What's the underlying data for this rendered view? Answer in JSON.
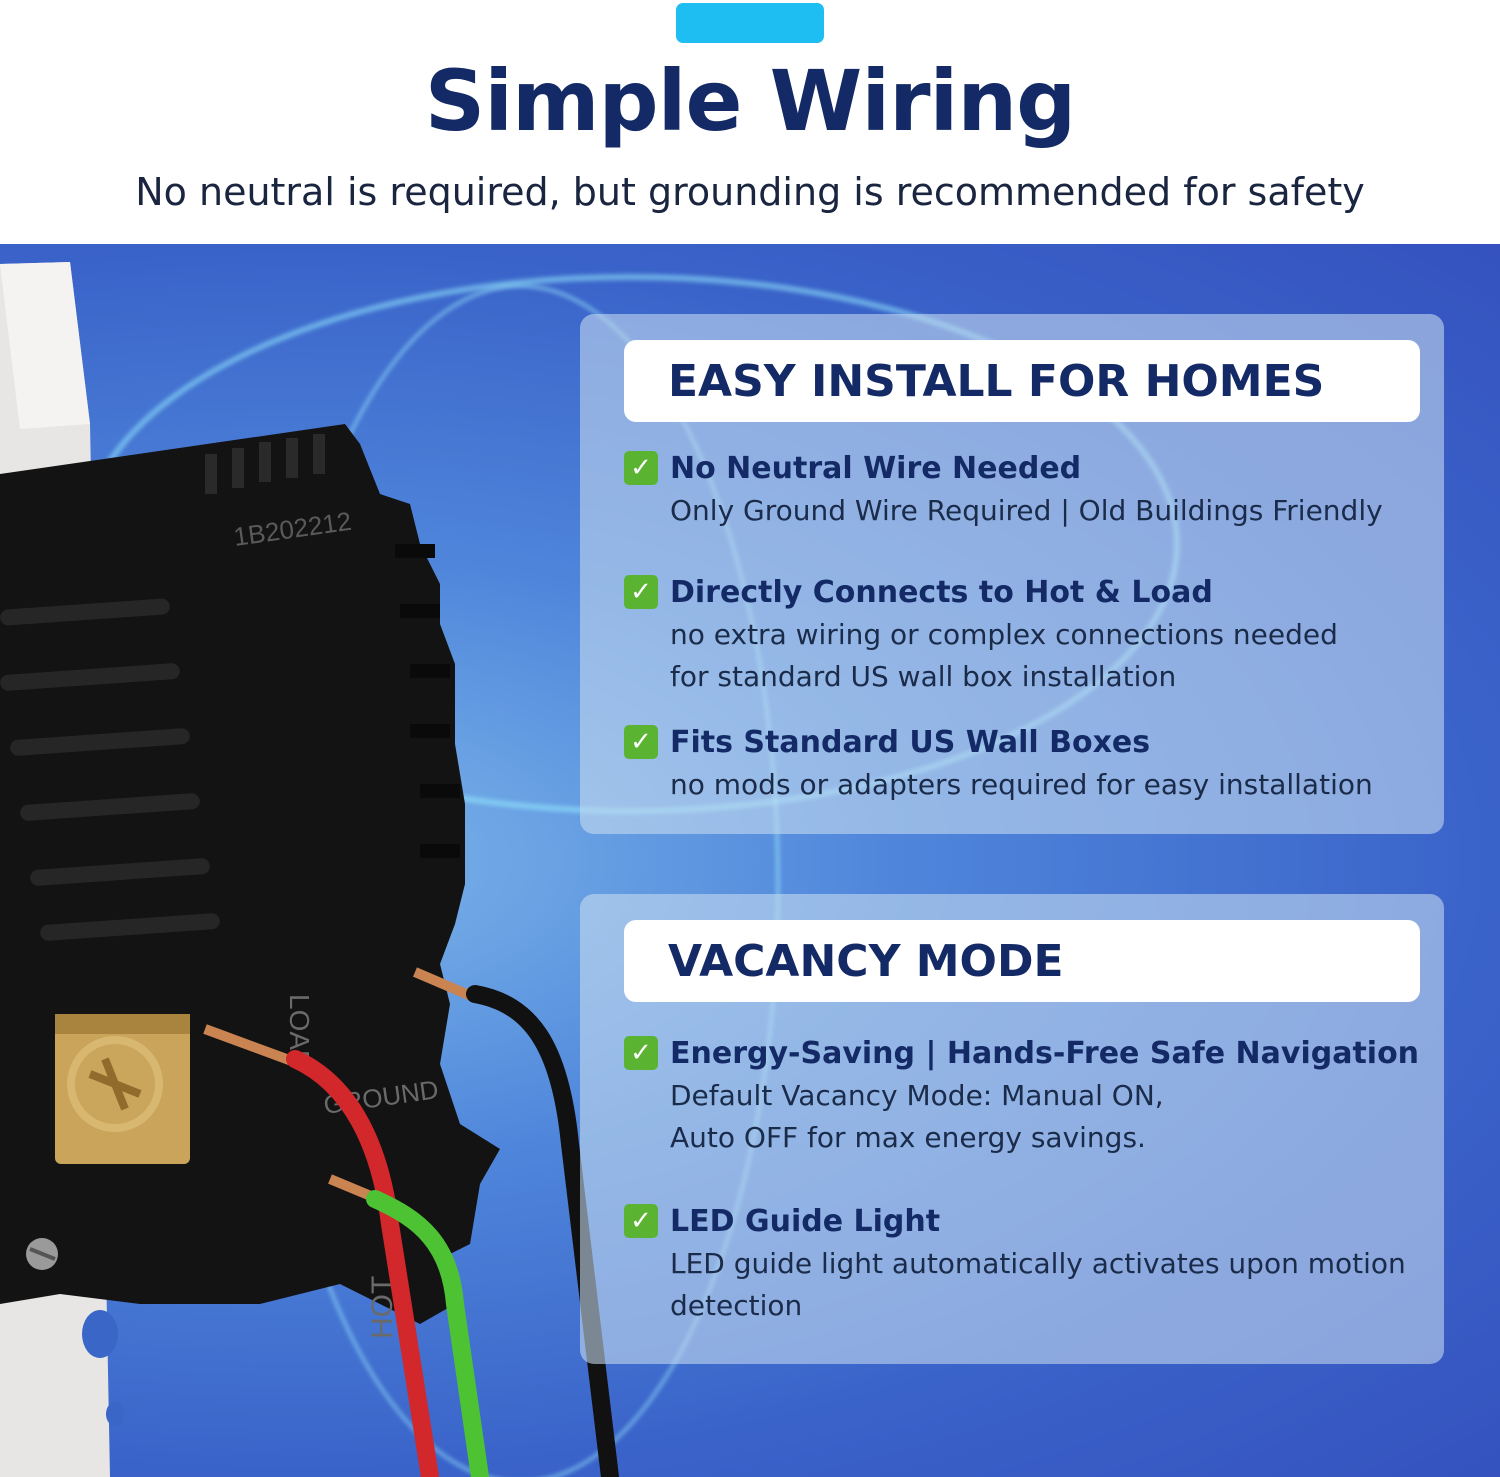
{
  "header": {
    "title": "Simple Wiring",
    "subtitle": "No neutral is required, but grounding is recommended for safety",
    "accent_color": "#1ebdf2"
  },
  "device": {
    "serial_label": "1B202212",
    "terminal_labels": [
      "HOT",
      "LOAD",
      "GROUND"
    ]
  },
  "panels": [
    {
      "title": "EASY INSTALL FOR HOMES",
      "features": [
        {
          "title": "No Neutral Wire Needed",
          "description": "Only Ground Wire Required | Old Buildings Friendly"
        },
        {
          "title": "Directly Connects to Hot & Load",
          "description": "no extra wiring or complex connections needed\nfor standard US wall box installation"
        },
        {
          "title": "Fits Standard US Wall Boxes",
          "description": "no mods or adapters required for easy installation"
        }
      ]
    },
    {
      "title": "VACANCY MODE",
      "features": [
        {
          "title": "Energy-Saving | Hands-Free Safe Navigation",
          "description": "Default Vacancy Mode: Manual ON,\nAuto OFF for max energy savings."
        },
        {
          "title": "LED Guide Light",
          "description": "LED guide light automatically activates upon motion\ndetection"
        }
      ]
    }
  ],
  "icons": {
    "feature_bullet": "check-mark-icon"
  },
  "colors": {
    "title": "#142a66",
    "check": "#5ab431",
    "hot_wire": "#111111",
    "load_wire": "#d2272b",
    "ground_wire": "#4dc334"
  }
}
